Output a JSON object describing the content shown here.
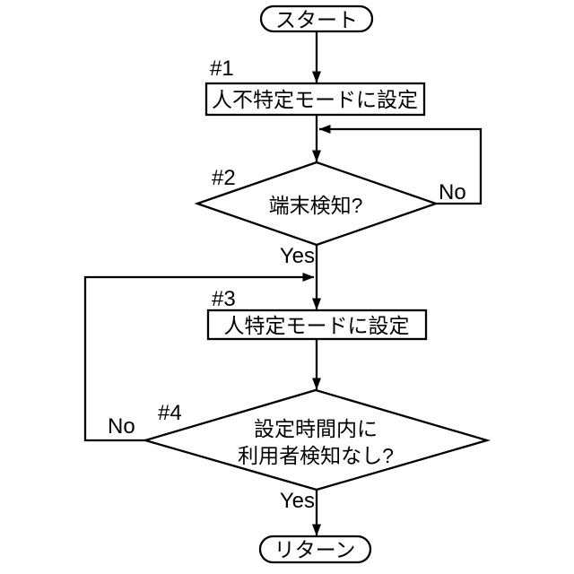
{
  "diagram": {
    "type": "flowchart",
    "colors": {
      "line": "#000000",
      "background": "#ffffff",
      "shape_fill": "#ffffff"
    },
    "nodes": {
      "start": {
        "shape": "terminal",
        "label": "スタート"
      },
      "step1": {
        "shape": "process",
        "id": "#1",
        "label": "人不特定モードに設定"
      },
      "decision2": {
        "shape": "decision",
        "id": "#2",
        "label": "端末検知?"
      },
      "step3": {
        "shape": "process",
        "id": "#3",
        "label": "人特定モードに設定"
      },
      "decision4": {
        "shape": "decision",
        "id": "#4",
        "label_line1": "設定時間内に",
        "label_line2": "利用者検知なし?"
      },
      "return": {
        "shape": "terminal",
        "label": "リターン"
      }
    },
    "edges": {
      "decision2_yes_label": "Yes",
      "decision2_no_label": "No",
      "decision4_yes_label": "Yes",
      "decision4_no_label": "No"
    }
  }
}
